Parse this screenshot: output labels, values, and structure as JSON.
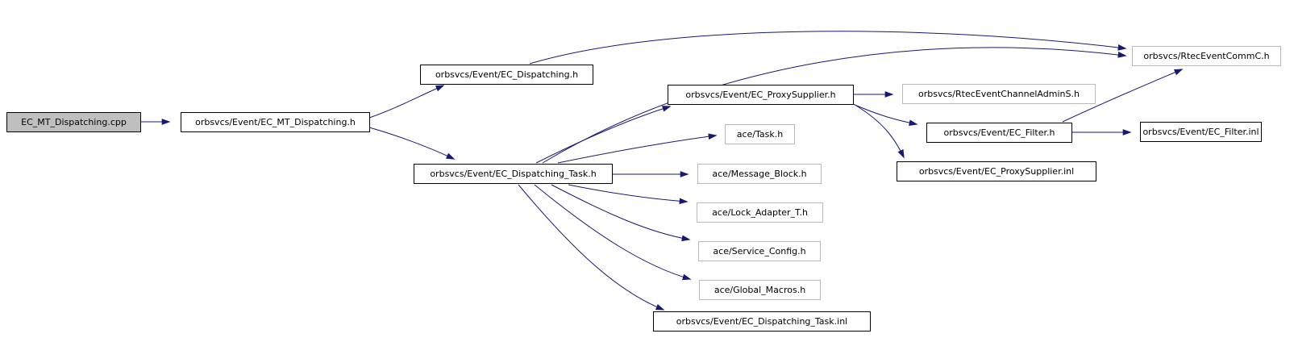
{
  "diagram": {
    "type": "include-dependency-graph",
    "edge_color": "#191970",
    "source_fill": "#bfbfbf",
    "internal_border": "#000000",
    "external_border": "#b9b9b9",
    "nodes": [
      {
        "id": "cpp",
        "label": "EC_MT_Dispatching.cpp",
        "style": "source"
      },
      {
        "id": "mt_h",
        "label": "orbsvcs/Event/EC_MT_Dispatching.h",
        "style": "internal"
      },
      {
        "id": "disp_h",
        "label": "orbsvcs/Event/EC_Dispatching.h",
        "style": "internal"
      },
      {
        "id": "task_h",
        "label": "orbsvcs/Event/EC_Dispatching_Task.h",
        "style": "internal"
      },
      {
        "id": "comm_c",
        "label": "orbsvcs/RtecEventCommC.h",
        "style": "external"
      },
      {
        "id": "proxy_h",
        "label": "orbsvcs/Event/EC_ProxySupplier.h",
        "style": "internal"
      },
      {
        "id": "admin_s",
        "label": "orbsvcs/RtecEventChannelAdminS.h",
        "style": "external"
      },
      {
        "id": "ace_task",
        "label": "ace/Task.h",
        "style": "external"
      },
      {
        "id": "filter_h",
        "label": "orbsvcs/Event/EC_Filter.h",
        "style": "internal"
      },
      {
        "id": "filter_inl",
        "label": "orbsvcs/Event/EC_Filter.inl",
        "style": "internal"
      },
      {
        "id": "msg_block",
        "label": "ace/Message_Block.h",
        "style": "external"
      },
      {
        "id": "proxy_inl",
        "label": "orbsvcs/Event/EC_ProxySupplier.inl",
        "style": "internal"
      },
      {
        "id": "lock",
        "label": "ace/Lock_Adapter_T.h",
        "style": "external"
      },
      {
        "id": "svc",
        "label": "ace/Service_Config.h",
        "style": "external"
      },
      {
        "id": "macros",
        "label": "ace/Global_Macros.h",
        "style": "external"
      },
      {
        "id": "task_inl",
        "label": "orbsvcs/Event/EC_Dispatching_Task.inl",
        "style": "internal"
      }
    ],
    "edges": [
      {
        "from": "EC_MT_Dispatching.cpp",
        "to": "orbsvcs/Event/EC_MT_Dispatching.h"
      },
      {
        "from": "orbsvcs/Event/EC_MT_Dispatching.h",
        "to": "orbsvcs/Event/EC_Dispatching.h"
      },
      {
        "from": "orbsvcs/Event/EC_MT_Dispatching.h",
        "to": "orbsvcs/Event/EC_Dispatching_Task.h"
      },
      {
        "from": "orbsvcs/Event/EC_Dispatching.h",
        "to": "orbsvcs/RtecEventCommC.h"
      },
      {
        "from": "orbsvcs/Event/EC_Dispatching_Task.h",
        "to": "orbsvcs/RtecEventCommC.h"
      },
      {
        "from": "orbsvcs/Event/EC_Dispatching_Task.h",
        "to": "orbsvcs/Event/EC_ProxySupplier.h"
      },
      {
        "from": "orbsvcs/Event/EC_Dispatching_Task.h",
        "to": "ace/Task.h"
      },
      {
        "from": "orbsvcs/Event/EC_Dispatching_Task.h",
        "to": "ace/Message_Block.h"
      },
      {
        "from": "orbsvcs/Event/EC_Dispatching_Task.h",
        "to": "ace/Lock_Adapter_T.h"
      },
      {
        "from": "orbsvcs/Event/EC_Dispatching_Task.h",
        "to": "ace/Service_Config.h"
      },
      {
        "from": "orbsvcs/Event/EC_Dispatching_Task.h",
        "to": "ace/Global_Macros.h"
      },
      {
        "from": "orbsvcs/Event/EC_Dispatching_Task.h",
        "to": "orbsvcs/Event/EC_Dispatching_Task.inl"
      },
      {
        "from": "orbsvcs/Event/EC_ProxySupplier.h",
        "to": "orbsvcs/RtecEventChannelAdminS.h"
      },
      {
        "from": "orbsvcs/Event/EC_ProxySupplier.h",
        "to": "orbsvcs/Event/EC_Filter.h"
      },
      {
        "from": "orbsvcs/Event/EC_ProxySupplier.h",
        "to": "orbsvcs/Event/EC_ProxySupplier.inl"
      },
      {
        "from": "orbsvcs/Event/EC_Filter.h",
        "to": "orbsvcs/Event/EC_Filter.inl"
      },
      {
        "from": "orbsvcs/Event/EC_Filter.h",
        "to": "orbsvcs/RtecEventCommC.h"
      }
    ]
  }
}
